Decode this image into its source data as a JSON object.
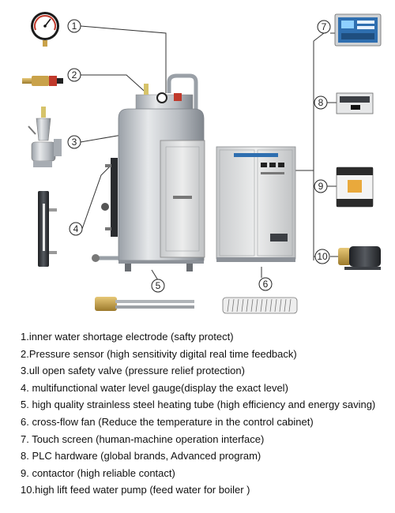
{
  "callouts": [
    "1",
    "2",
    "3",
    "4",
    "5",
    "6",
    "7",
    "8",
    "9",
    "10"
  ],
  "legend": [
    "1.inner water shortage electrode (safty protect)",
    "2.Pressure sensor (high sensitivity digital real time feedback)",
    "3.ull open safety valve (pressure relief protection)",
    "4. multifunctional water level gauge(display the exact level)",
    "5. high quality strainless steel heating tube (high efficiency and energy saving)",
    "6.  cross-flow fan (Reduce the temperature in the control cabinet)",
    "7. Touch screen (human-machine operation interface)",
    "8. PLC hardware (global brands, Advanced program)",
    "9. contactor (high reliable contact)",
    "10.high lift feed water pump (feed water for boiler )"
  ],
  "colors": {
    "steel": "#c9ccd1",
    "steel_dark": "#8d9299",
    "cabinet": "#d9dbdc",
    "line": "#333333",
    "screen": "#2f6fb0",
    "pump_motor": "#3c3f44",
    "brass": "#c9a24a",
    "valve_red": "#c0392b"
  }
}
